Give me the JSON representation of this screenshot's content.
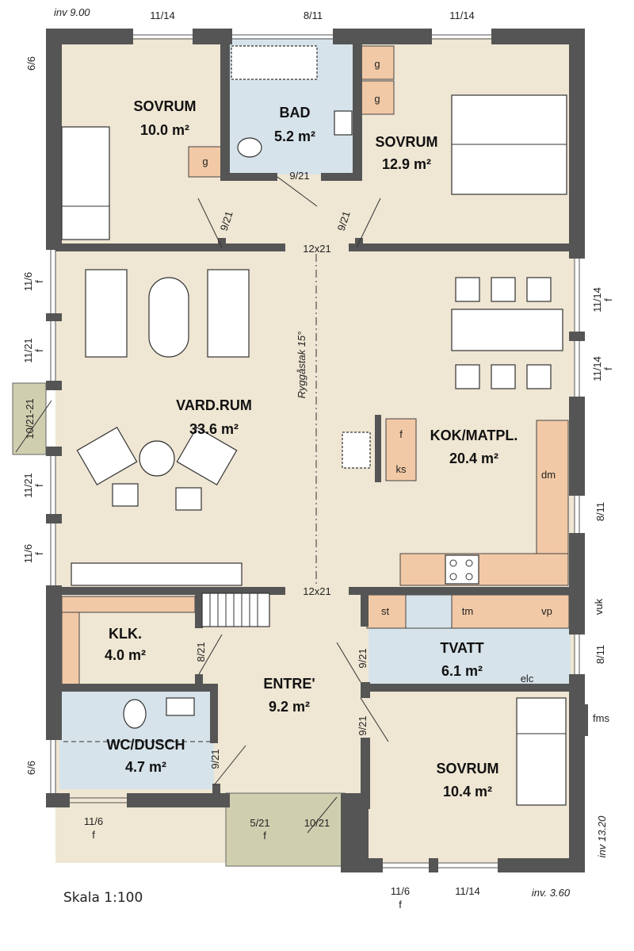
{
  "rooms": {
    "sovrum1": {
      "name": "SOVRUM",
      "area": "10.0 m²"
    },
    "bad": {
      "name": "BAD",
      "area": "5.2 m²"
    },
    "sovrum2": {
      "name": "SOVRUM",
      "area": "12.9 m²"
    },
    "vardrum": {
      "name": "VARD.RUM",
      "area": "33.6 m²"
    },
    "kok": {
      "name": "KOK/MATPL.",
      "area": "20.4 m²"
    },
    "klk": {
      "name": "KLK.",
      "area": "4.0 m²"
    },
    "tvatt": {
      "name": "TVATT",
      "area": "6.1 m²"
    },
    "entre": {
      "name": "ENTRE'",
      "area": "9.2 m²"
    },
    "wc": {
      "name": "WC/DUSCH",
      "area": "4.7 m²"
    },
    "sovrum3": {
      "name": "SOVRUM",
      "area": "10.4 m²"
    }
  },
  "dims": {
    "inv_top": "inv 9.00",
    "top1": "11/14",
    "top2": "8/11",
    "top3": "11/14",
    "left_6_6_top": "6/6",
    "left_11_6_a": "11/6",
    "left_11_21_a": "11/21",
    "left_10_21": "10/21-21",
    "left_11_21_b": "11/21",
    "left_11_6_b": "11/6",
    "left_6_6_bottom": "6/6",
    "right_11_14_a": "11/14",
    "right_11_14_b": "11/14",
    "right_8_11_a": "8/11",
    "right_8_11_b": "8/11",
    "vuk": "vuk",
    "fms": "fms",
    "inv_right": "inv 13.20",
    "d_9_21_bad": "9/21",
    "d_9_21_s1": "9/21",
    "d_9_21_s2": "9/21",
    "d_12x21_top": "12x21",
    "ridge": "Ryggåstak 15°",
    "d_12x21_mid": "12x21",
    "d_8_21_klk": "8/21",
    "d_9_21_tvatt": "9/21",
    "d_9_21_s3": "9/21",
    "d_9_21_wc": "9/21",
    "d_5_21": "5/21",
    "d_10_21": "10/21",
    "bottom_11_6_left": "11/6",
    "bottom_11_6_mid": "11/6",
    "bottom_11_14": "11/14",
    "inv_bottom": "inv. 3.60",
    "f": "f"
  },
  "fixtures": {
    "g": "g",
    "f": "f",
    "ks": "ks",
    "dm": "dm",
    "st": "st",
    "tm": "tm",
    "vp": "vp",
    "elc": "elc"
  },
  "scale_label": "Skala 1:100",
  "colors": {
    "floor": "#efe6d3",
    "wet": "#d6e3ea",
    "cabinet": "#f2c9a6",
    "terrace": "#cfcfb0",
    "wall": "#555555"
  }
}
